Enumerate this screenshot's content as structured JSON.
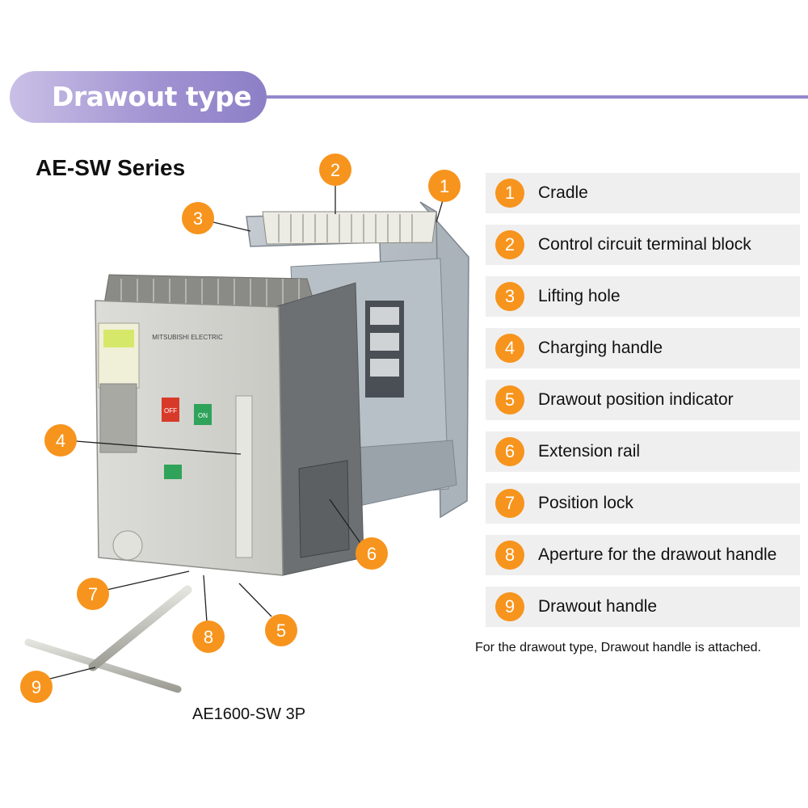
{
  "header": {
    "title": "Drawout type"
  },
  "series_title": "AE-SW Series",
  "legend": [
    {
      "num": "1",
      "label": "Cradle"
    },
    {
      "num": "2",
      "label": "Control circuit terminal block"
    },
    {
      "num": "3",
      "label": "Lifting hole"
    },
    {
      "num": "4",
      "label": "Charging handle"
    },
    {
      "num": "5",
      "label": "Drawout position indicator"
    },
    {
      "num": "6",
      "label": "Extension rail"
    },
    {
      "num": "7",
      "label": "Position lock"
    },
    {
      "num": "8",
      "label": "Aperture for the drawout handle"
    },
    {
      "num": "9",
      "label": "Drawout handle"
    }
  ],
  "note": "For the drawout type, Drawout handle is attached.",
  "caption": "AE1600-SW 3P",
  "product": {
    "brand": "MITSUBISHI ELECTRIC",
    "off_label": "OFF",
    "on_label": "ON"
  },
  "callouts": [
    "1",
    "2",
    "3",
    "4",
    "5",
    "6",
    "7",
    "8",
    "9"
  ],
  "colors": {
    "accent": "#f7941d",
    "banner": "#9487cc",
    "legend_bg": "#efefef"
  }
}
